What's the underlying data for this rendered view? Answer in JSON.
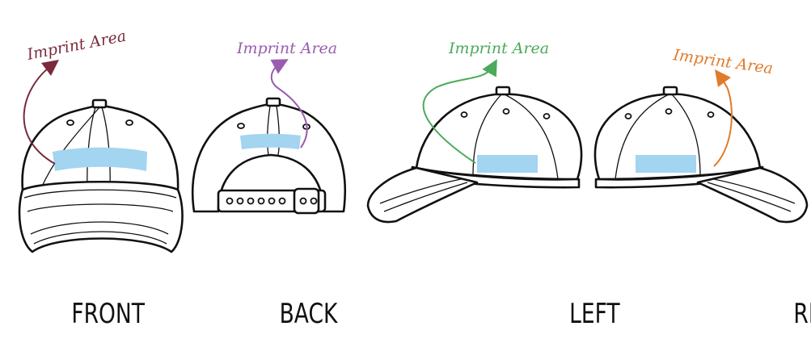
{
  "views": [
    {
      "id": "front",
      "label": "FRONT",
      "imprint_label": "Imprint Area",
      "imprint_color": "#7a2a3c"
    },
    {
      "id": "back",
      "label": "BACK",
      "imprint_label": "Imprint Area",
      "imprint_color": "#9a5cb0"
    },
    {
      "id": "left",
      "label": "LEFT",
      "imprint_label": "Imprint Area",
      "imprint_color": "#4caa5a"
    },
    {
      "id": "right",
      "label": "RIGHT",
      "imprint_label": "Imprint Area",
      "imprint_color": "#e07b2a"
    }
  ],
  "colors": {
    "imprint_fill": "#a3d4f0",
    "outline": "#111111"
  },
  "icons": [
    "baseball-cap-front",
    "baseball-cap-back",
    "baseball-cap-left",
    "baseball-cap-right",
    "arrow-icon"
  ]
}
